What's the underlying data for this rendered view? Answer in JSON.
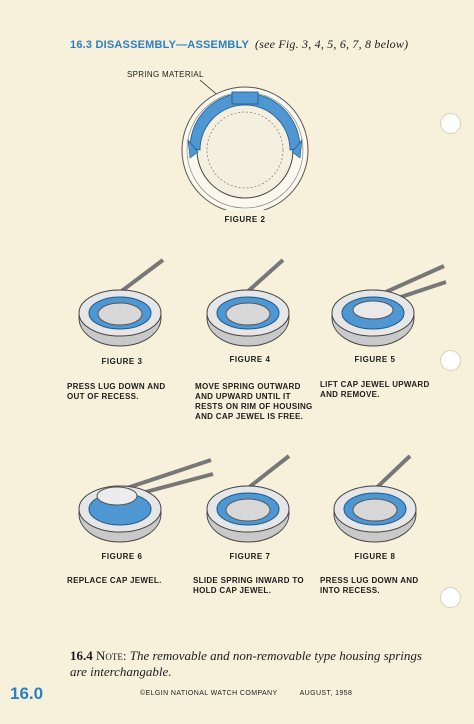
{
  "header": {
    "section": "16.3 DISASSEMBLY—ASSEMBLY",
    "see": "(see Fig. 3, 4, 5, 6, 7, 8 below)"
  },
  "figure2": {
    "label": "SPRING MATERIAL",
    "caption": "FIGURE 2"
  },
  "figures": [
    {
      "caption": "FIGURE 3",
      "text": "PRESS LUG DOWN AND OUT OF RECESS."
    },
    {
      "caption": "FIGURE 4",
      "text": "MOVE SPRING OUTWARD AND UPWARD UNTIL IT RESTS ON RIM OF HOUSING AND CAP JEWEL IS FREE."
    },
    {
      "caption": "FIGURE 5",
      "text": "LIFT CAP JEWEL UPWARD AND REMOVE."
    },
    {
      "caption": "FIGURE 6",
      "text": "REPLACE CAP JEWEL."
    },
    {
      "caption": "FIGURE 7",
      "text": "SLIDE SPRING INWARD TO HOLD CAP JEWEL."
    },
    {
      "caption": "FIGURE 8",
      "text": "PRESS LUG DOWN AND INTO RECESS."
    }
  ],
  "note": {
    "number": "16.4",
    "keyword": "Note:",
    "text": "The removable and non-removable type housing springs are interchangable."
  },
  "page_number": "16.0",
  "footer": {
    "company": "©ELGIN NATIONAL WATCH COMPANY",
    "date": "AUGUST, 1958"
  },
  "colors": {
    "blue": "#2b7fc4",
    "spring": "#4f97d2",
    "paper": "#f7f1dc"
  }
}
